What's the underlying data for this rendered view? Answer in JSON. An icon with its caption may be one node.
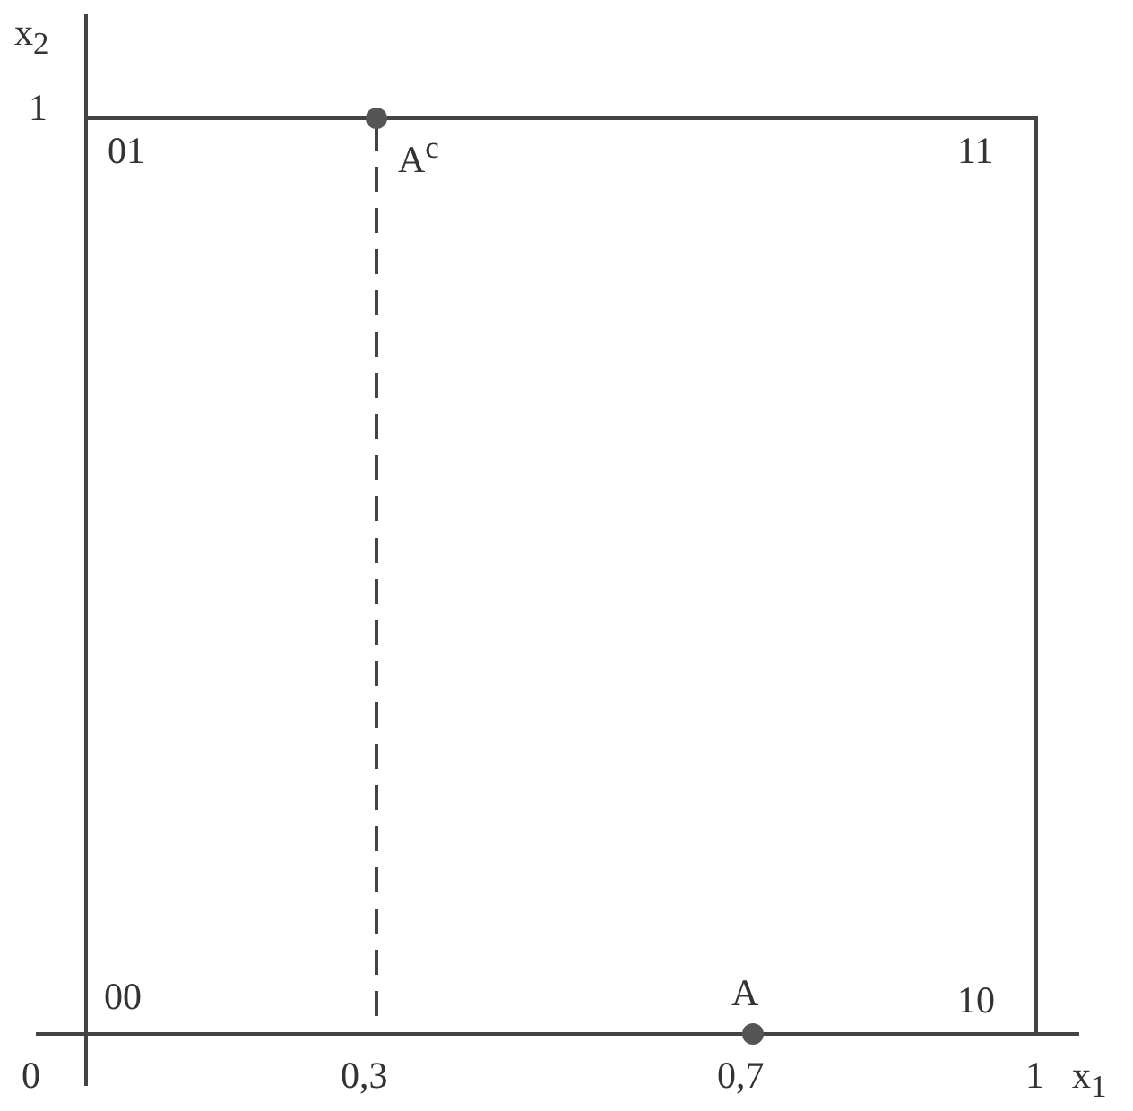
{
  "diagram": {
    "labels": [
      "x$_{2}$",
      "1",
      "01",
      "A$^{c}$",
      "11",
      "00",
      "A",
      "10",
      "0",
      "0,3",
      "0,7",
      "1",
      "x$_{1}$"
    ]
  }
}
